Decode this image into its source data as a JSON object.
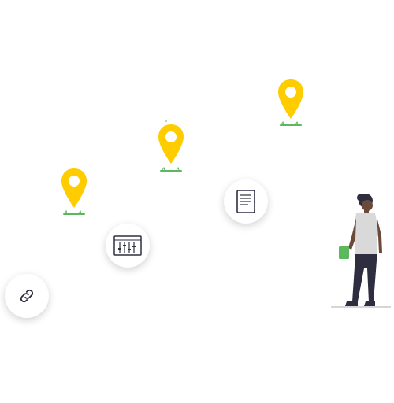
{
  "scene": {
    "colors": {
      "pin": "#FFCC00",
      "pin_hole": "#ffffff",
      "grass": "#5CB85C",
      "button_bg": "#ffffff",
      "icon_stroke": "#2f2e41",
      "person_skin": "#6b4a3a",
      "person_hair": "#2f2e41",
      "person_shirt": "#d9d9d9",
      "person_pants": "#2f2e41",
      "held_card": "#5CB85C",
      "ground_line": "#cccccc"
    },
    "pins": [
      {
        "name": "location-pin-left"
      },
      {
        "name": "location-pin-middle"
      },
      {
        "name": "location-pin-right"
      }
    ],
    "buttons": [
      {
        "name": "link-button",
        "icon": "link-icon"
      },
      {
        "name": "settings-sliders-button",
        "icon": "sliders-icon"
      },
      {
        "name": "document-button",
        "icon": "document-icon"
      }
    ]
  }
}
